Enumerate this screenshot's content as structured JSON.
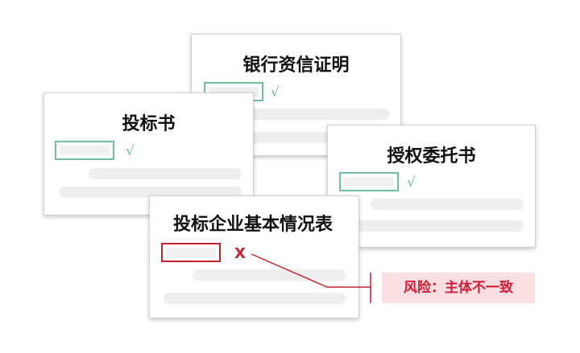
{
  "documents": [
    {
      "title": "银行资信证明",
      "status_mark": "√",
      "status": "ok"
    },
    {
      "title": "投标书",
      "status_mark": "√",
      "status": "ok"
    },
    {
      "title": "授权委托书",
      "status_mark": "√",
      "status": "ok"
    },
    {
      "title": "投标企业基本情况表",
      "status_mark": "X",
      "status": "mismatch"
    }
  ],
  "risk": {
    "label": "风险：主体不一致"
  },
  "colors": {
    "ok": "#6cc19b",
    "mismatch": "#cc1f2d",
    "risk_background": "#fbdfe2"
  }
}
